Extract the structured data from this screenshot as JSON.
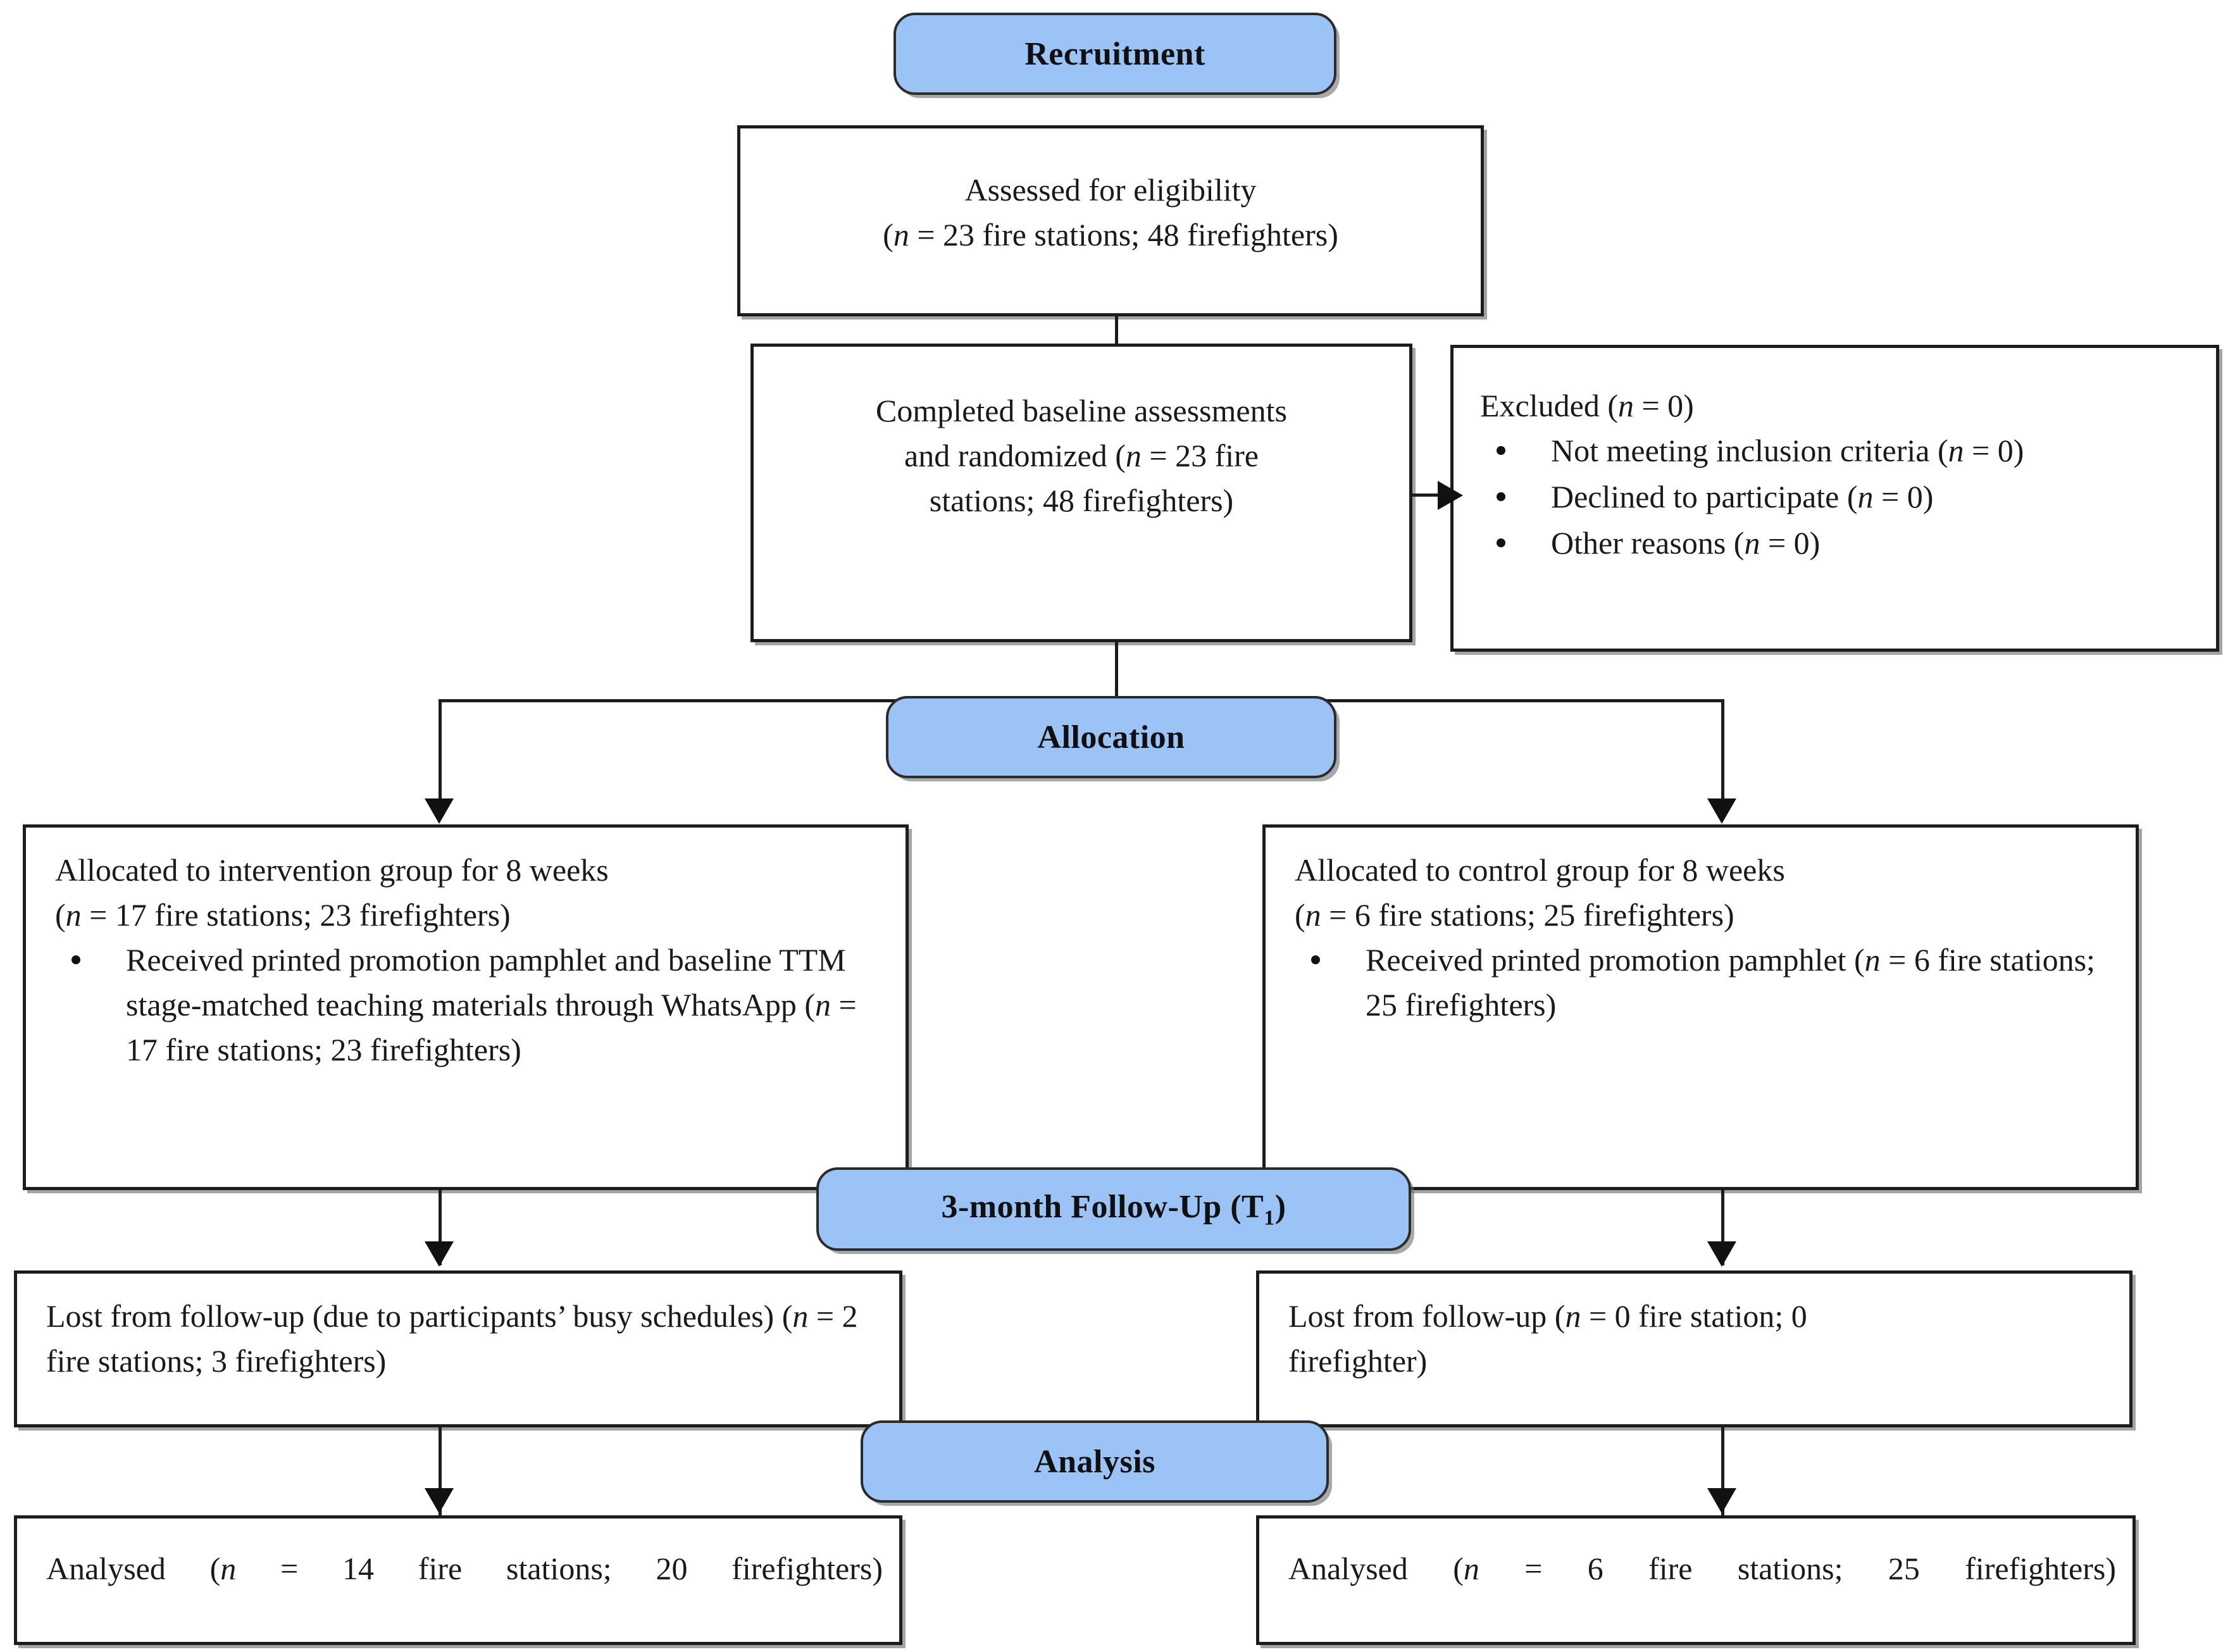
{
  "diagram": {
    "title": "CONSORT participant flow diagram",
    "accent_color": "#9CC3F5",
    "box_border_color": "#1c1c1c"
  },
  "banners": {
    "recruitment": "Recruitment",
    "allocation": "Allocation",
    "followup": "3-month Follow-Up (T",
    "followup_sub": "1",
    "followup_tail": ")",
    "analysis": "Analysis"
  },
  "boxes": {
    "eligibility": {
      "line1": "Assessed for eligibility",
      "line2_pre": "(",
      "line2_n": "n",
      "line2_post": " = 23 fire stations; 48 firefighters)"
    },
    "randomized": {
      "line1": "Completed baseline assessments",
      "line2_pre": "and randomized (",
      "line2_n": "n",
      "line2_post": " = 23 fire",
      "line3": "stations; 48 firefighters)"
    },
    "excluded": {
      "heading_pre": "Excluded (",
      "heading_n": "n",
      "heading_post": " = 0)",
      "items": [
        {
          "pre": "Not meeting inclusion criteria (",
          "n": "n",
          "post": " = 0)"
        },
        {
          "pre": "Declined to participate (",
          "n": "n",
          "post": " = 0)"
        },
        {
          "pre": "Other reasons (",
          "n": "n",
          "post": " = 0)"
        }
      ]
    },
    "intervention": {
      "line1": "Allocated to intervention group for 8 weeks",
      "line2_pre": "(",
      "line2_n": "n",
      "line2_post": " = 17 fire stations; 23 firefighters)",
      "bullet_pre": "Received printed promotion pamphlet and baseline TTM stage-matched teaching materials through WhatsApp (",
      "bullet_n": "n",
      "bullet_post": " = 17 fire stations; 23 firefighters)"
    },
    "control": {
      "line1": "Allocated to control group for 8 weeks",
      "line2_pre": "(",
      "line2_n": "n",
      "line2_post": " =  6 fire stations; 25 firefighters)",
      "bullet_pre": "Received printed promotion pamphlet (",
      "bullet_n": "n",
      "bullet_post": " = 6 fire stations; 25 firefighters)"
    },
    "lost_intervention": {
      "pre": "Lost from follow-up (due to participants’ busy schedules) (",
      "n": "n",
      "post": " = 2 fire stations; 3 firefighters)"
    },
    "lost_control": {
      "pre": "Lost from follow-up (",
      "n": "n",
      "post": " = 0 fire station; 0 firefighter)"
    },
    "analysed_intervention": {
      "pre": "Analysed (",
      "n": "n",
      "post": " = 14 fire stations; 20 firefighters)"
    },
    "analysed_control": {
      "pre": "Analysed  (",
      "n": "n",
      "post": " =  6  fire  stations;  25  firefighters)"
    }
  }
}
